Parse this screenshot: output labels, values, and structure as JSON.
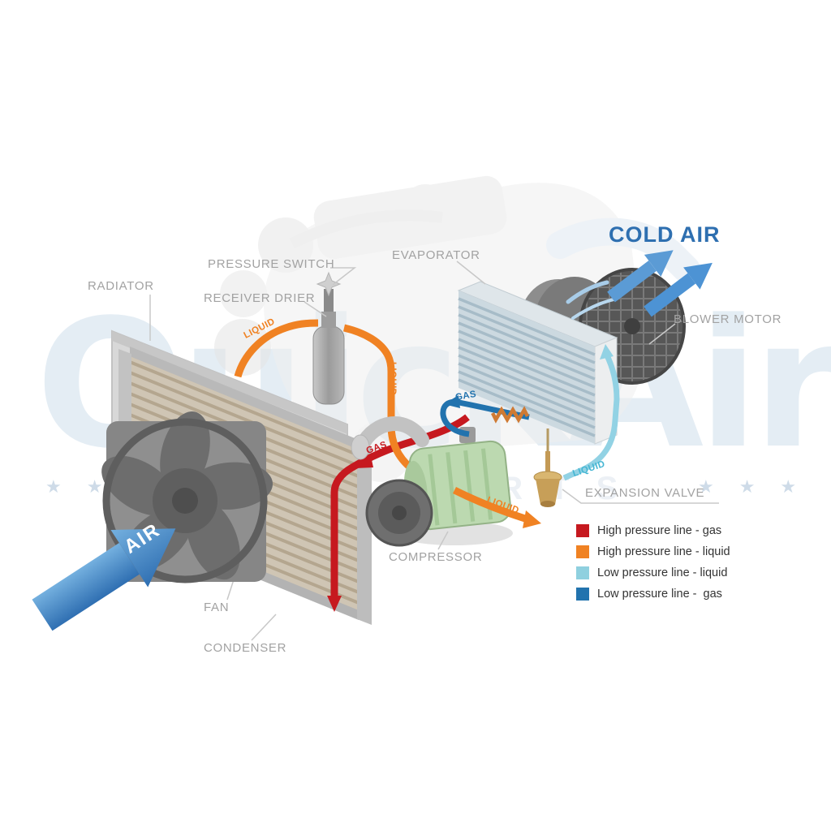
{
  "watermark": {
    "text": "QuickAir",
    "stars_left": "★ ★ ★",
    "stars_right": "★ ★ ★",
    "subtext": "AUTO PARTS"
  },
  "airflow": {
    "cold_air_label": "COLD AIR",
    "air_label": "AIR"
  },
  "component_labels": {
    "radiator": "RADIATOR",
    "pressure_switch": "PRESSURE SWITCH",
    "receiver_drier": "RECEIVER DRIER",
    "evaporator": "EVAPORATOR",
    "blower_motor": "BLOWER MOTOR",
    "expansion_valve": "EXPANSION VALVE",
    "compressor": "COMPRESSOR",
    "fan": "FAN",
    "condenser": "CONDENSER"
  },
  "pipe_labels": {
    "condenser_to_drier_liquid": "LIQUID",
    "drier_outlet_liquid": "LIQUID",
    "valve_inlet_liquid": "LIQUID",
    "evaporator_inlet_liquid": "LIQUID",
    "suction_gas": "GAS",
    "discharge_gas": "GAS"
  },
  "legend": {
    "items": [
      {
        "label": "High pressure line - gas",
        "color": "#c6191f"
      },
      {
        "label": "High pressure line - liquid",
        "color": "#f08223"
      },
      {
        "label": "Low pressure line - liquid",
        "color": "#8fd0df"
      },
      {
        "label": "Low pressure line -  gas",
        "color": "#2273ae"
      }
    ]
  },
  "colors": {
    "high_pressure_gas": "#c6191f",
    "high_pressure_liquid": "#f08223",
    "low_pressure_liquid": "#92d2e4",
    "low_pressure_gas": "#2273ae",
    "cold_air_text": "#2e6fb0",
    "component_label_gray": "#a2a2a2"
  }
}
